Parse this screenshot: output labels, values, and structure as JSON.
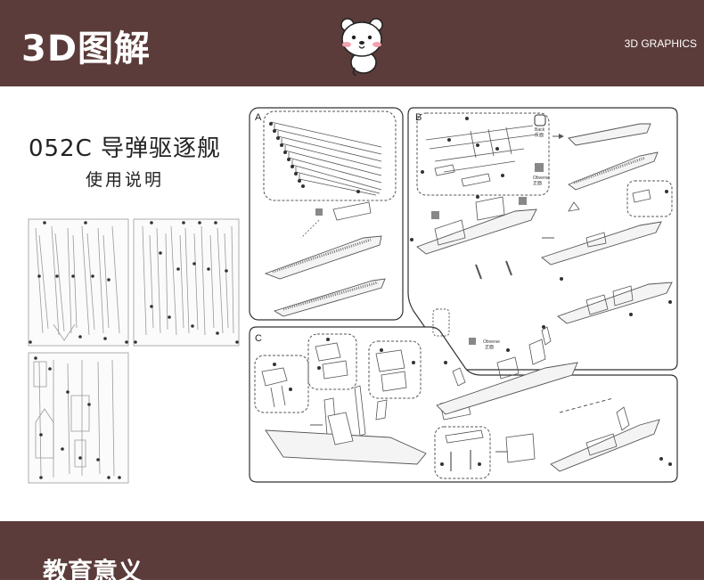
{
  "header": {
    "title": "3D图解",
    "subtitle": "3D GRAPHICS",
    "mascot_icon": "bear-mascot-icon",
    "color": "#5b3c3a"
  },
  "intro": {
    "model_name": "052C 导弹驱逐舰",
    "manual_label": "使用说明"
  },
  "steps": {
    "a_label": "A",
    "b_label": "B",
    "c_label": "C",
    "legend_obverse": "Obverse",
    "legend_obverse_cn": "正面",
    "legend_back": "Back",
    "legend_back_cn": "反面"
  },
  "section2": {
    "title": "教育意义"
  }
}
